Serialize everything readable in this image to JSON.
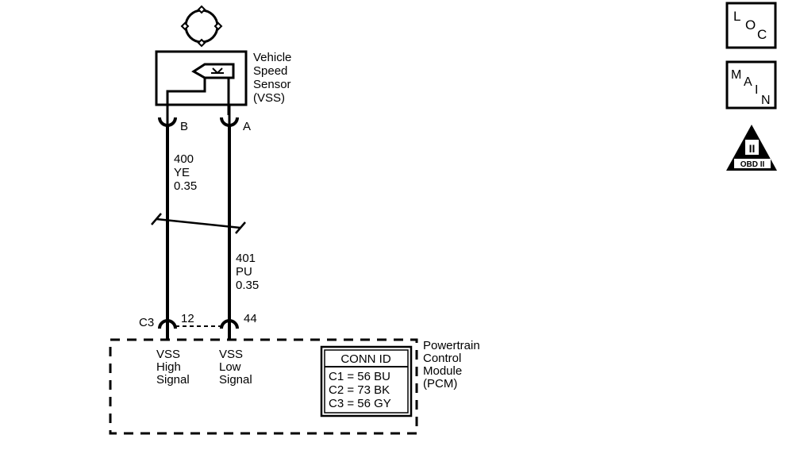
{
  "sensor": {
    "title_lines": [
      "Vehicle",
      "Speed",
      "Sensor",
      "(VSS)"
    ],
    "pin_b": "B",
    "pin_a": "A"
  },
  "wires": {
    "left": {
      "circuit": "400",
      "color": "YE",
      "gauge": "0.35"
    },
    "right": {
      "circuit": "401",
      "color": "PU",
      "gauge": "0.35"
    }
  },
  "pcm": {
    "connector": "C3",
    "pin_left": "12",
    "pin_right": "44",
    "signal_left_lines": [
      "VSS",
      "High",
      "Signal"
    ],
    "signal_right_lines": [
      "VSS",
      "Low",
      "Signal"
    ],
    "title_lines": [
      "Powertrain",
      "Control",
      "Module",
      "(PCM)"
    ]
  },
  "conn_id": {
    "header": "CONN ID",
    "rows": [
      "C1 = 56 BU",
      "C2 = 73 BK",
      "C3 = 56 GY"
    ]
  },
  "side_icons": {
    "loc": [
      "L",
      "O",
      "C"
    ],
    "main": [
      "M",
      "A",
      "I",
      "N"
    ],
    "obd": {
      "roman": "II",
      "label": "OBD II"
    }
  }
}
